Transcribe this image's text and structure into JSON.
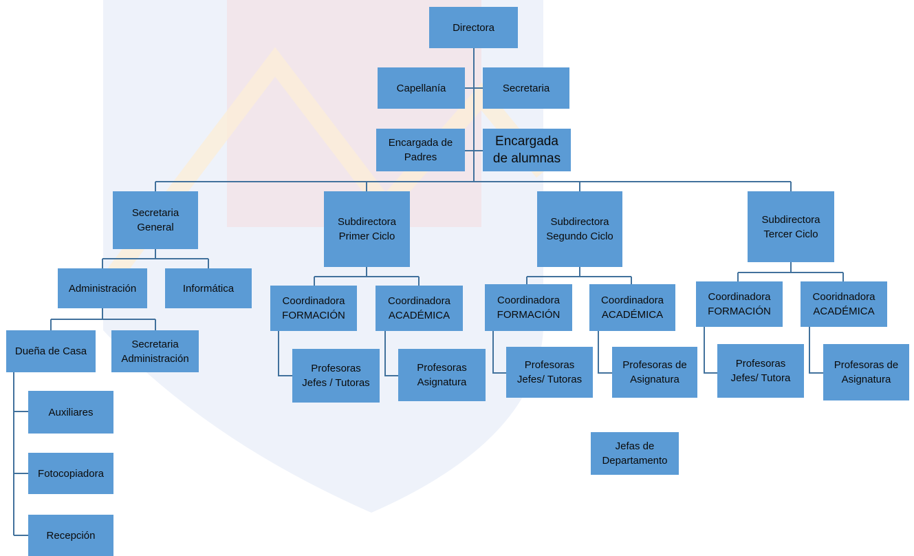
{
  "colors": {
    "box": "#5b9bd5",
    "line": "#41719c",
    "text": "#0a0a0a",
    "watermark": "#c9d8ee"
  },
  "watermark": {
    "icon": "shield-watermark-icon"
  },
  "nodes": {
    "directora": "Directora",
    "capellania": "Capellanía",
    "secretaria": "Secretaria",
    "encargada_padres": "Encargada de\nPadres",
    "encargada_alumnas": "Encargada\nde alumnas",
    "secretaria_general": "Secretaria\nGeneral",
    "subdirectora_primer": "Subdirectora\nPrimer Ciclo",
    "subdirectora_segundo": "Subdirectora\nSegundo Ciclo",
    "subdirectora_tercer": "Subdirectora\nTercer Ciclo",
    "administracion": "Administración",
    "informatica": "Informática",
    "duena_casa": "Dueña de Casa",
    "secretaria_administracion": "Secretaria\nAdministración",
    "auxiliares": "Auxiliares",
    "fotocopiadora": "Fotocopiadora",
    "recepcion": "Recepción",
    "coord_formacion_1": "Coordinadora\nFORMACIÓN",
    "coord_academica_1": "Coordinadora\nACADÉMICA",
    "prof_jefes_1": "Profesoras\nJefes / Tutoras",
    "prof_asig_1": "Profesoras\nAsignatura",
    "coord_formacion_2": "Coordinadora\nFORMACIÓN",
    "coord_academica_2": "Coordinadora\nACADÉMICA",
    "prof_jefes_2": "Profesoras\nJefes/ Tutoras",
    "prof_asig_2": "Profesoras de\nAsignatura",
    "coord_formacion_3": "Coordinadora\nFORMACIÓN",
    "coord_academica_3": "Cooridnadora\nACADÉMICA",
    "prof_jefes_3": "Profesoras\nJefes/ Tutora",
    "prof_asig_3": "Profesoras de\nAsignatura",
    "jefas_departamento": "Jefas de\nDepartamento"
  }
}
